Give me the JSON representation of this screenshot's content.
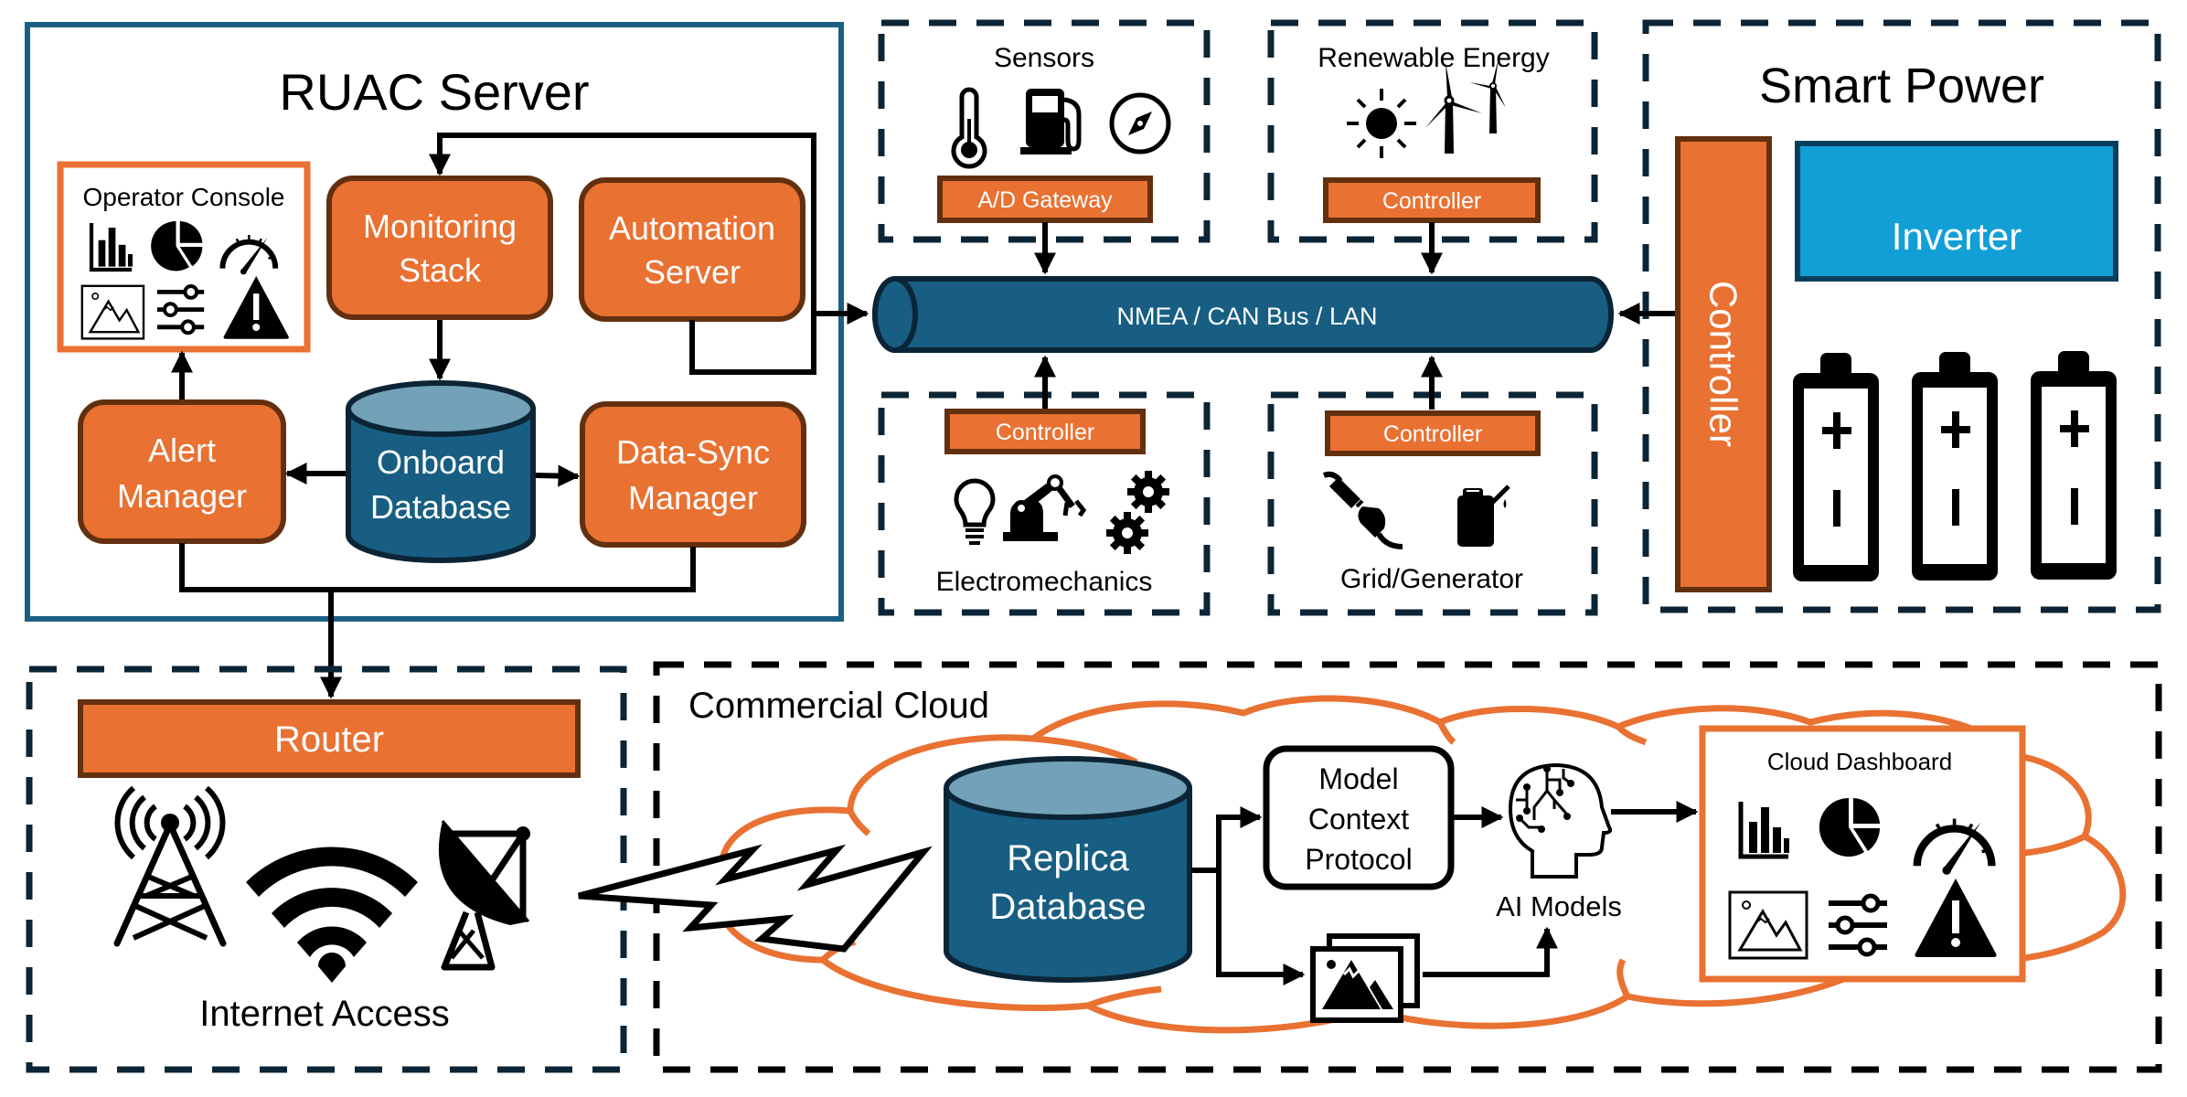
{
  "colors": {
    "orange": "#E97132",
    "brown_border": "#63300F",
    "db_blue": "#175E82",
    "db_top": "#73A1B8",
    "bus_blue": "#175E82",
    "dark_navy": "#0C2536",
    "inverter_blue": "#129FD6",
    "ruac_border": "#1B5F84"
  },
  "ruac_server": {
    "title": "RUAC Server",
    "operator_console": {
      "title": "Operator Console",
      "icons": [
        "bar-chart-icon",
        "pie-chart-icon",
        "gauge-icon",
        "image-icon",
        "sliders-icon",
        "warning-icon"
      ]
    },
    "monitoring_stack": [
      "Monitoring",
      "Stack"
    ],
    "automation_server": [
      "Automation",
      "Server"
    ],
    "onboard_database": [
      "Onboard",
      "Database"
    ],
    "alert_manager": [
      "Alert",
      "Manager"
    ],
    "data_sync_manager": [
      "Data-Sync",
      "Manager"
    ]
  },
  "bus": {
    "label": "NMEA / CAN Bus / LAN"
  },
  "sensors": {
    "title": "Sensors",
    "gateway": "A/D Gateway",
    "icons": [
      "thermometer-icon",
      "fuel-pump-icon",
      "compass-icon"
    ]
  },
  "renewable_energy": {
    "title": "Renewable Energy",
    "controller": "Controller",
    "icons": [
      "sun-icon",
      "wind-turbine-icon"
    ]
  },
  "electromechanics": {
    "title": "Electromechanics",
    "controller": "Controller",
    "icons": [
      "light-bulb-icon",
      "robot-arm-icon",
      "gears-icon"
    ]
  },
  "grid_generator": {
    "title": "Grid/Generator",
    "controller": "Controller",
    "icons": [
      "power-plug-icon",
      "fuel-can-icon"
    ]
  },
  "smart_power": {
    "title": "Smart Power",
    "controller": "Controller",
    "inverter": "Inverter",
    "battery_count": 3
  },
  "internet_access": {
    "title": "Internet Access",
    "router": "Router",
    "icons": [
      "cell-tower-icon",
      "wifi-icon",
      "satellite-dish-icon"
    ]
  },
  "commercial_cloud": {
    "title": "Commercial Cloud",
    "replica_database": [
      "Replica",
      "Database"
    ],
    "mcp": [
      "Model",
      "Context",
      "Protocol"
    ],
    "ai_models": "AI Models",
    "cloud_dashboard": {
      "title": "Cloud Dashboard",
      "icons": [
        "bar-chart-icon",
        "pie-chart-icon",
        "gauge-icon",
        "image-icon",
        "sliders-icon",
        "warning-icon"
      ]
    }
  }
}
